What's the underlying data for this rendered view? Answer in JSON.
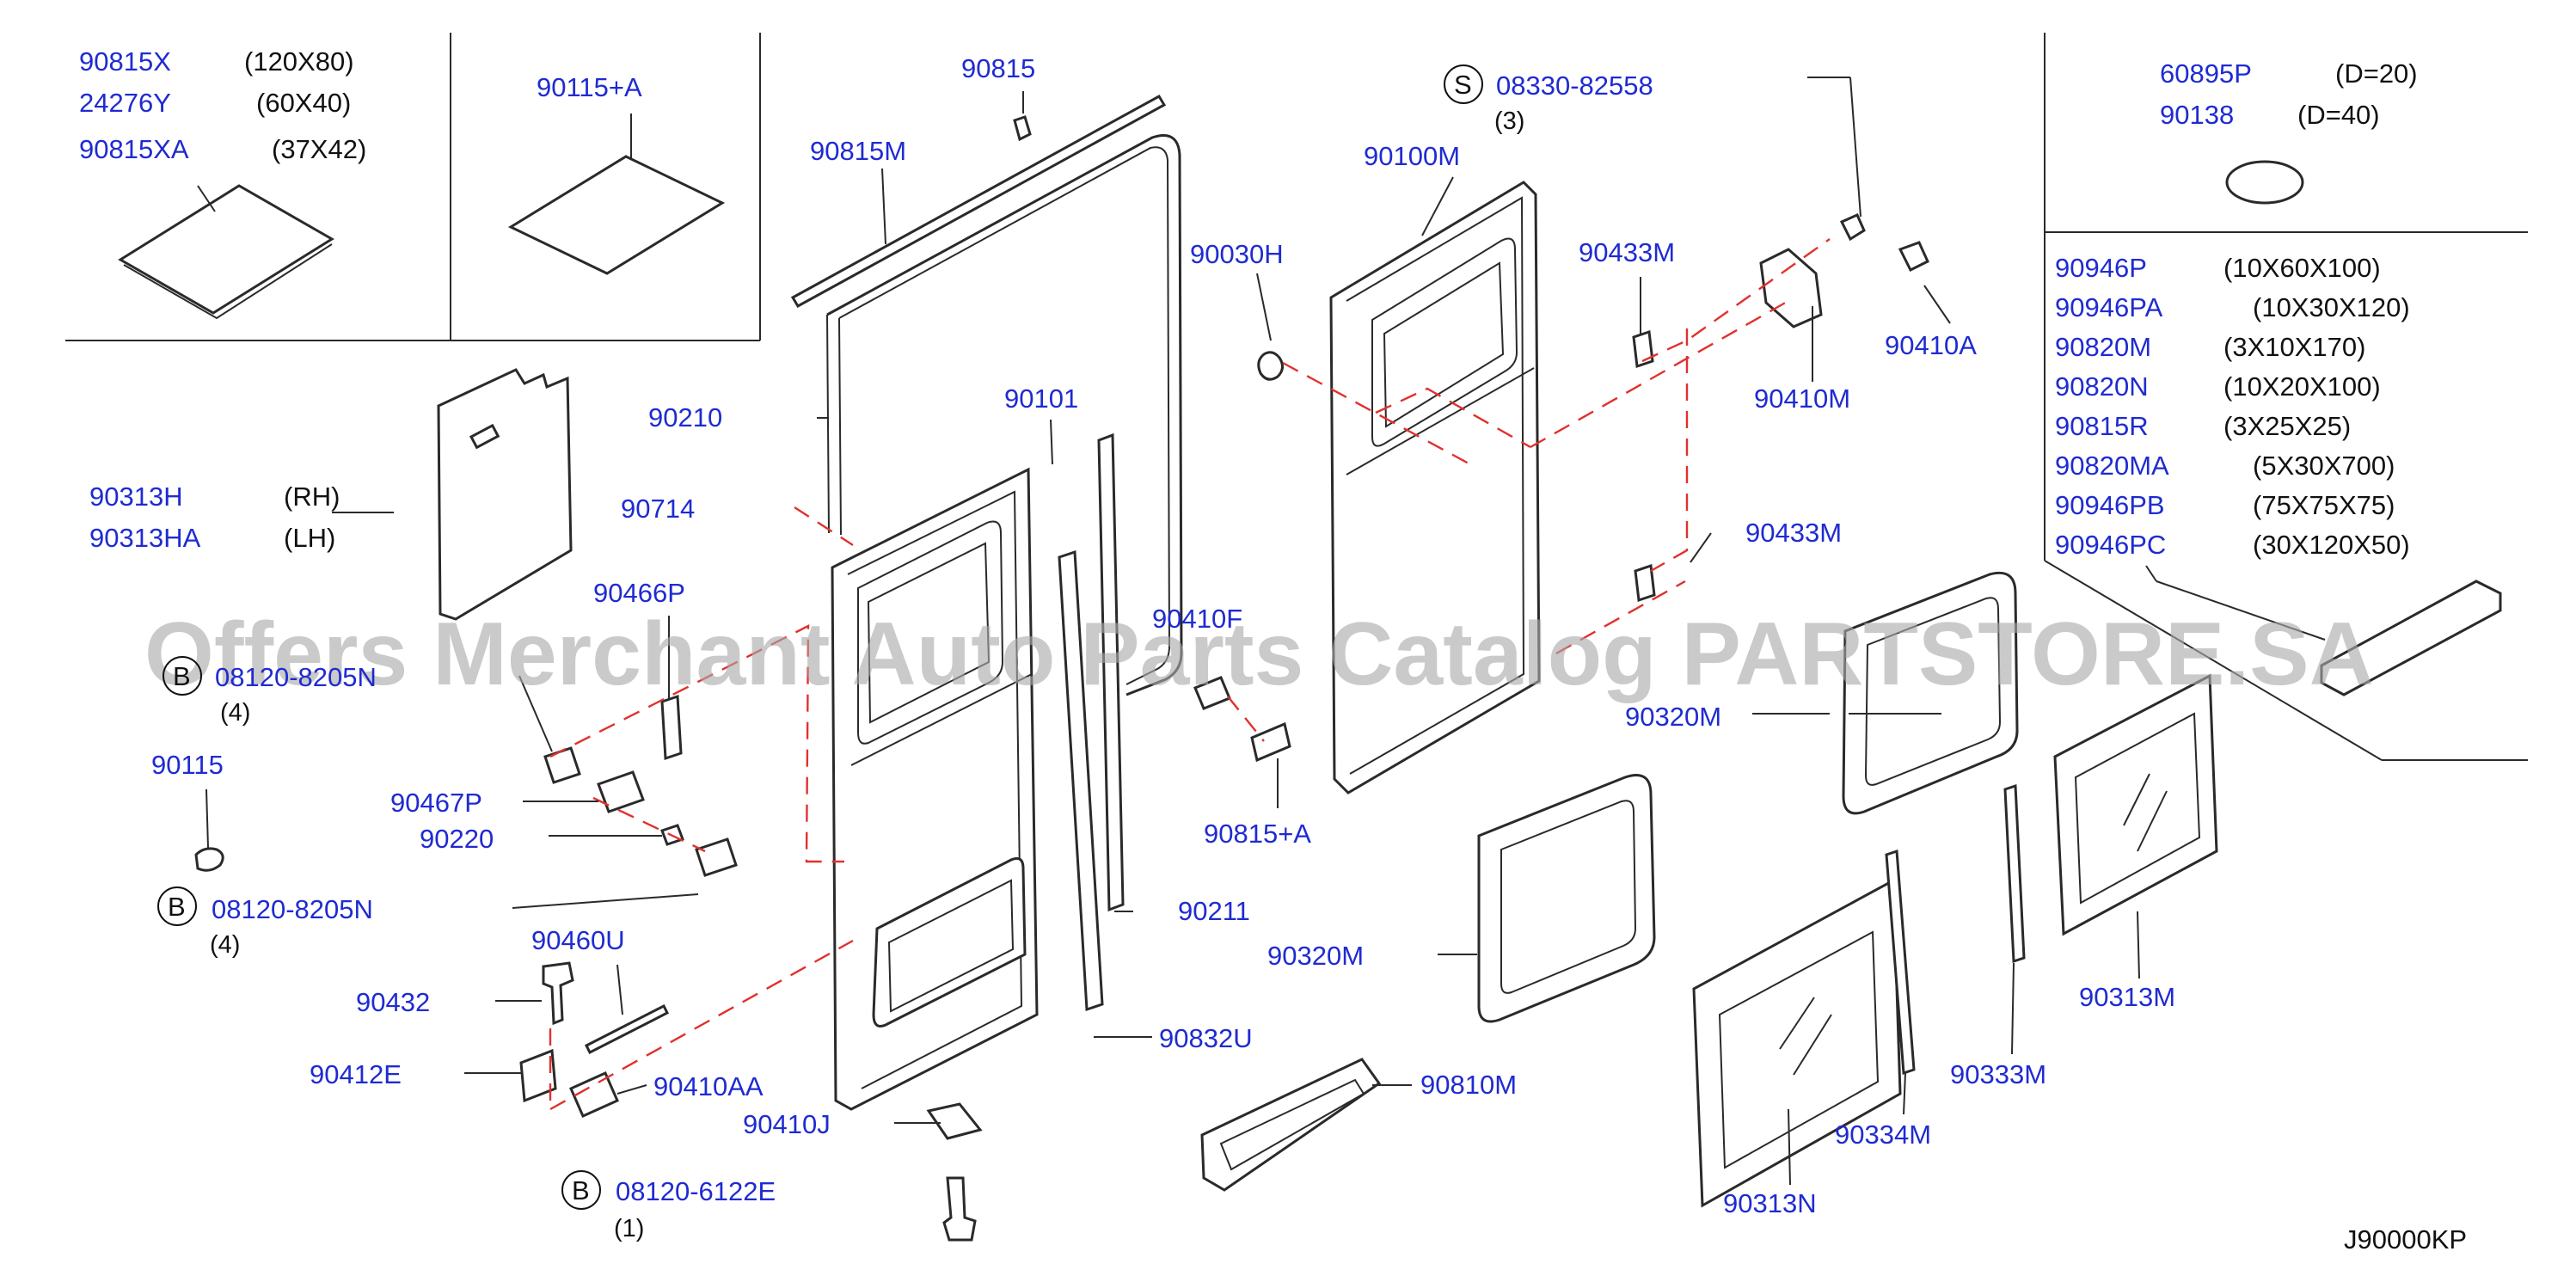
{
  "diagram": {
    "reference_code": "J90000KP",
    "watermark": "Offers Merchant Auto Parts Catalog PARTSTORE.SA",
    "callouts": [
      {
        "part": "90815X",
        "dim": "(120X80)"
      },
      {
        "part": "24276Y",
        "dim": "(60X40)"
      },
      {
        "part": "90815XA",
        "dim": "(37X42)"
      },
      {
        "part": "90115+A"
      },
      {
        "part": "90815"
      },
      {
        "part": "90815M"
      },
      {
        "part": "90100M"
      },
      {
        "part": "08330-82558",
        "badge": "S",
        "qty": "(3)"
      },
      {
        "part": "60895P",
        "dim": "(D=20)"
      },
      {
        "part": "90138",
        "dim": "(D=40)"
      },
      {
        "part": "90946P",
        "dim": "(10X60X100)"
      },
      {
        "part": "90946PA",
        "dim": "(10X30X120)"
      },
      {
        "part": "90820M",
        "dim": "(3X10X170)"
      },
      {
        "part": "90820N",
        "dim": "(10X20X100)"
      },
      {
        "part": "90815R",
        "dim": "(3X25X25)"
      },
      {
        "part": "90820MA",
        "dim": "(5X30X700)"
      },
      {
        "part": "90946PB",
        "dim": "(75X75X75)"
      },
      {
        "part": "90946PC",
        "dim": "(30X120X50)"
      },
      {
        "part": "90030H"
      },
      {
        "part": "90433M"
      },
      {
        "part": "90410A"
      },
      {
        "part": "90410M"
      },
      {
        "part": "90210"
      },
      {
        "part": "90101"
      },
      {
        "part": "90313H",
        "dim": "(RH)"
      },
      {
        "part": "90313HA",
        "dim": "(LH)"
      },
      {
        "part": "90714"
      },
      {
        "part": "90433M"
      },
      {
        "part": "90466P"
      },
      {
        "part": "90410F"
      },
      {
        "part": "08120-8205N",
        "badge": "B",
        "qty": "(4)"
      },
      {
        "part": "90320M"
      },
      {
        "part": "90115"
      },
      {
        "part": "90467P"
      },
      {
        "part": "90220"
      },
      {
        "part": "90815+A"
      },
      {
        "part": "08120-8205N",
        "badge": "B",
        "qty": "(4)"
      },
      {
        "part": "90211"
      },
      {
        "part": "90460U"
      },
      {
        "part": "90320M"
      },
      {
        "part": "90432"
      },
      {
        "part": "90313M"
      },
      {
        "part": "90832U"
      },
      {
        "part": "90412E"
      },
      {
        "part": "90410AA"
      },
      {
        "part": "90333M"
      },
      {
        "part": "90810M"
      },
      {
        "part": "90410J"
      },
      {
        "part": "90334M"
      },
      {
        "part": "08120-6122E",
        "badge": "B",
        "qty": "(1)"
      },
      {
        "part": "90313N"
      }
    ]
  }
}
